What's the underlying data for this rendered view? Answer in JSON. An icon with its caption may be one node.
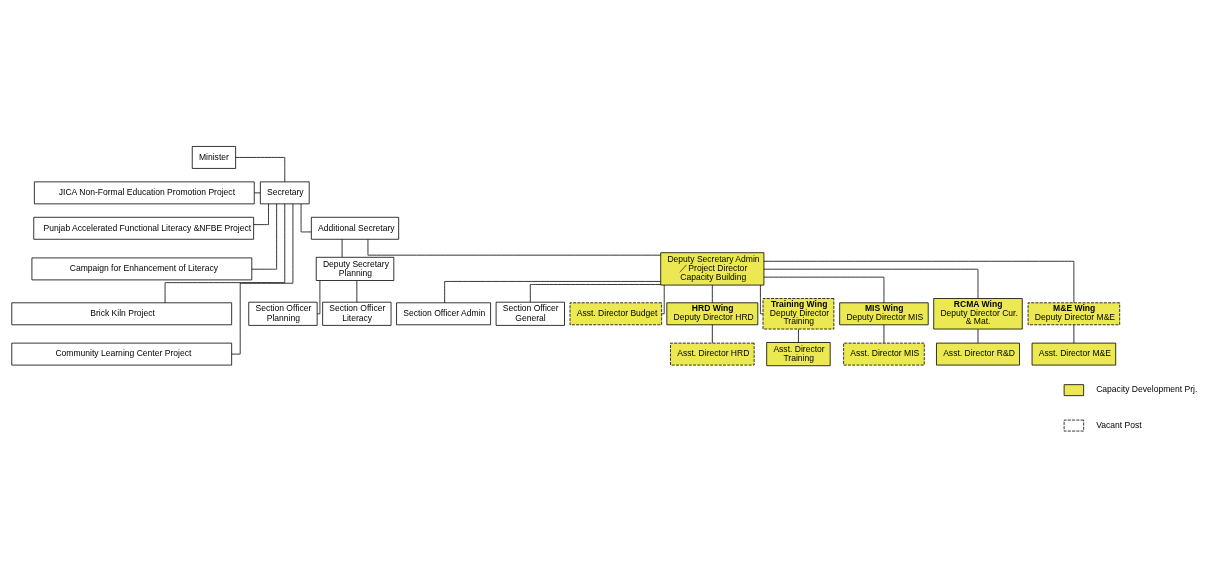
{
  "diagram": {
    "nodes": [
      {
        "text": [
          "Minister"
        ]
      },
      {
        "text": [
          "Secretary"
        ]
      },
      {
        "text": [
          "JICA Non-Formal Education Promotion Project"
        ]
      },
      {
        "text": [
          "Punjab Accelerated Functional Literacy &NFBE Project"
        ]
      },
      {
        "text": [
          "Campaign for Enhancement of Literacy"
        ]
      },
      {
        "text": [
          "Brick Kiln Project"
        ]
      },
      {
        "text": [
          "Community Learning Center Project"
        ]
      },
      {
        "text": [
          "Additional Secretary"
        ]
      },
      {
        "text": [
          "Deputy Secretary Planning"
        ]
      },
      {
        "text": [
          "Deputy Secretary Admin ／Project Director Capacity Building"
        ]
      },
      {
        "text": [
          "Section Officer Planning"
        ]
      },
      {
        "text": [
          "Section Officer Literacy"
        ]
      },
      {
        "text": [
          "Section Officer Admin"
        ]
      },
      {
        "text": [
          "Section Officer General"
        ]
      },
      {
        "text": [
          "Asst. Director Budget"
        ]
      },
      {
        "text": [
          "HRD Wing",
          "Deputy Director HRD"
        ]
      },
      {
        "text": [
          "Training Wing",
          "Deputy Director Training"
        ]
      },
      {
        "text": [
          "MIS Wing",
          "Deputy Director MIS"
        ]
      },
      {
        "text": [
          "RCMA Wing",
          "Deputy Director Cur. & Mat."
        ]
      },
      {
        "text": [
          "M&E Wing",
          "Deputy Director M&E"
        ]
      },
      {
        "text": [
          "Asst. Director HRD"
        ]
      },
      {
        "text": [
          "Asst. Director Training"
        ]
      },
      {
        "text": [
          "Asst. Director MIS"
        ]
      },
      {
        "text": [
          "Asst. Director R&D"
        ]
      },
      {
        "text": [
          "Asst. Director M&E"
        ]
      }
    ],
    "edges": [
      {
        "from": 0,
        "to": 1,
        "arrow": "none"
      },
      {
        "from": 1,
        "to": 2,
        "arrow": "none"
      },
      {
        "from": 1,
        "to": 3,
        "arrow": "none"
      },
      {
        "from": 1,
        "to": 4,
        "arrow": "none"
      },
      {
        "from": 1,
        "to": 5,
        "arrow": "none"
      },
      {
        "from": 1,
        "to": 6,
        "arrow": "none"
      },
      {
        "from": 1,
        "to": 7,
        "arrow": "none"
      },
      {
        "from": 7,
        "to": 8,
        "arrow": "none"
      },
      {
        "from": 7,
        "to": 9,
        "arrow": "none"
      },
      {
        "from": 8,
        "to": 10,
        "arrow": "none"
      },
      {
        "from": 8,
        "to": 11,
        "arrow": "none"
      },
      {
        "from": 9,
        "to": 12,
        "arrow": "none"
      },
      {
        "from": 9,
        "to": 13,
        "arrow": "none"
      },
      {
        "from": 9,
        "to": 14,
        "arrow": "none"
      },
      {
        "from": 9,
        "to": 15,
        "arrow": "none"
      },
      {
        "from": 9,
        "to": 16,
        "arrow": "none"
      },
      {
        "from": 9,
        "to": 17,
        "arrow": "none"
      },
      {
        "from": 9,
        "to": 18,
        "arrow": "none"
      },
      {
        "from": 9,
        "to": 19,
        "arrow": "none"
      },
      {
        "from": 15,
        "to": 20,
        "arrow": "none"
      },
      {
        "from": 16,
        "to": 21,
        "arrow": "none"
      },
      {
        "from": 17,
        "to": 22,
        "arrow": "none"
      },
      {
        "from": 18,
        "to": 23,
        "arrow": "none"
      },
      {
        "from": 19,
        "to": 24,
        "arrow": "none"
      }
    ],
    "legend": [
      {
        "text": "Capacity Development Prj.",
        "color": "#ebe852"
      },
      {
        "text": "Vacant Post"
      }
    ]
  }
}
